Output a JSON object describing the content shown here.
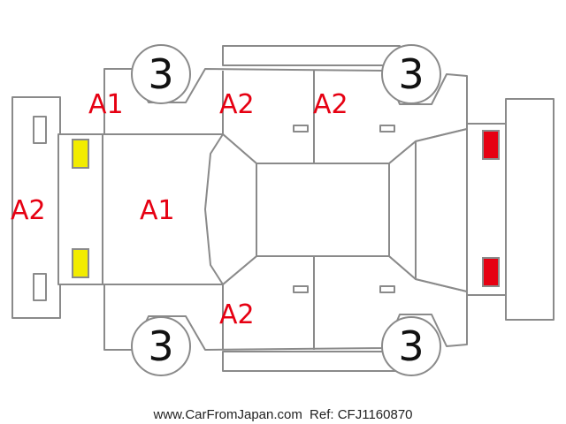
{
  "colors": {
    "outline": "#8a8a8a",
    "damage_code": "#e60012",
    "headlight": "#f2ec00",
    "taillight": "#e60012"
  },
  "damage_codes": {
    "hood": "A1",
    "front_left_fender": "A1",
    "front_bumper": "A2",
    "left_front_door": "A2",
    "left_rear_door": "A2",
    "right_front_door": "A2"
  },
  "tire_grades": {
    "front_left": "3",
    "rear_left": "3",
    "front_right": "3",
    "rear_right": "3"
  },
  "footer": {
    "site": "www.CarFromJapan.com",
    "ref": "Ref: CFJ1160870"
  }
}
